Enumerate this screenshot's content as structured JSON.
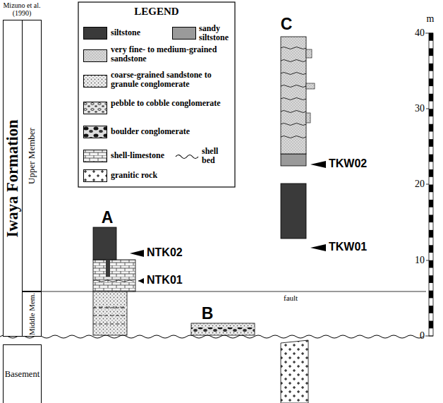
{
  "diagram": {
    "nodes": [
      {
        "text": [
          "Iwaya Formation"
        ]
      },
      {
        "text": [
          "Upper Member"
        ]
      },
      {
        "text": [
          "Middle Mem."
        ]
      },
      {
        "text": [
          "Basement"
        ]
      }
    ],
    "labels": [
      "Mizuno et al. (1990)",
      "LEGEND",
      "A",
      "B",
      "C",
      "NTK02",
      "NTK01",
      "TKW02",
      "TKW01",
      "fault",
      "m",
      "40",
      "30",
      "20",
      "10",
      "0"
    ],
    "legend": [
      {
        "text": "siltstone",
        "color": "#3a3a3a"
      },
      {
        "text": "sandy siltstone",
        "color": "#9a9a9a"
      },
      {
        "text": "very fine- to medium-grained sandstone"
      },
      {
        "text": "coarse-grained sandstone to granule conglomerate"
      },
      {
        "text": "pebble to cobble conglomerate"
      },
      {
        "text": "boulder conglomerate"
      },
      {
        "text": "shell-limestone"
      },
      {
        "text": "shell bed"
      },
      {
        "text": "granitic rock"
      }
    ]
  }
}
